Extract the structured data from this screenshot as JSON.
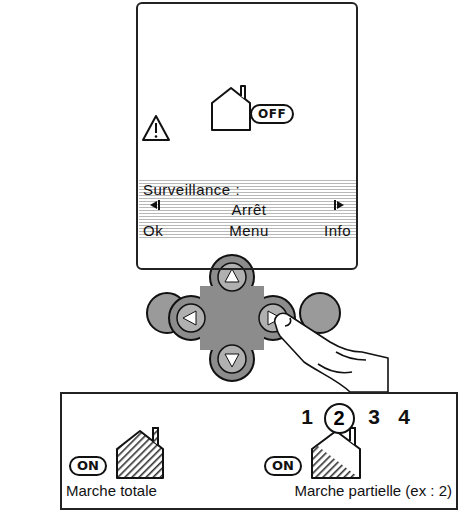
{
  "diagram": {
    "nodes": [
      {
        "text": [
          "Surveillance :",
          "Arrêt",
          "Ok",
          "Menu",
          "Info"
        ]
      },
      {
        "text": [
          "OFF"
        ],
        "in": 0
      },
      {
        "text": [
          "1",
          "3",
          "4",
          "Marche totale",
          "Marche partielle (ex : 2)"
        ]
      },
      {
        "text": [
          "2"
        ],
        "in": 2
      },
      {
        "text": [
          "ON"
        ],
        "in": 2
      },
      {
        "text": [
          "ON"
        ],
        "in": 2
      }
    ]
  }
}
